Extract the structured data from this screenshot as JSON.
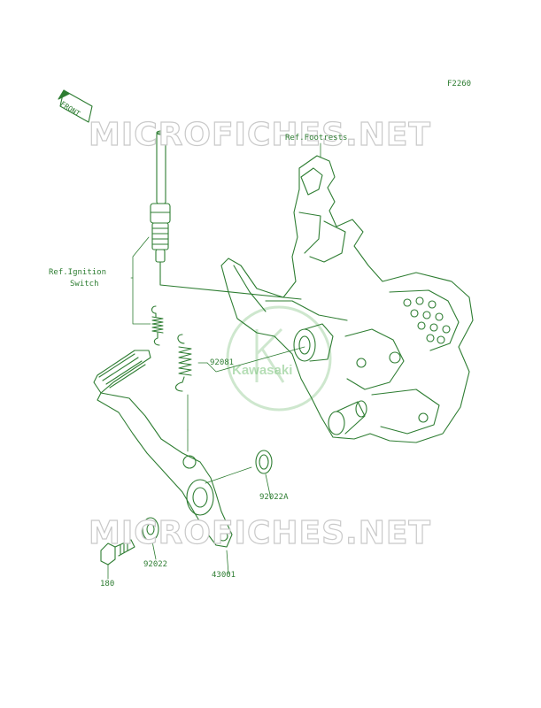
{
  "figure_code": "F2260",
  "front_tag": "FRONT",
  "watermark": {
    "text": "MICROFICHES.NET",
    "logo_text": "Kawasaki"
  },
  "labels": {
    "ref_footrests": "Ref.Footrests",
    "ref_ignition_line1": "Ref.Ignition",
    "ref_ignition_line2": "Switch",
    "part_92081": "92081",
    "part_92022a": "92022A",
    "part_92022": "92022",
    "part_43001": "43001",
    "part_180": "180"
  },
  "colors": {
    "line": "#2e7d32",
    "watermark_outline": "#c9c9c9",
    "logo": "#7cc47c"
  }
}
